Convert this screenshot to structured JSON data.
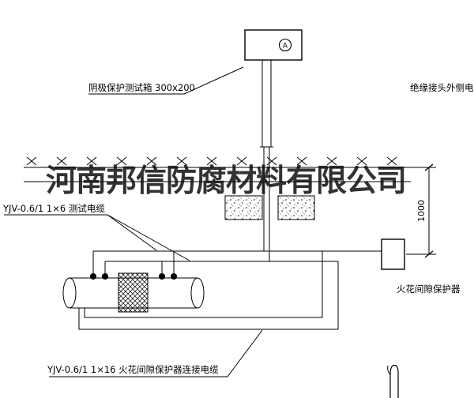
{
  "watermark": {
    "text": "河南邦信防腐材料有限公司"
  },
  "labels": {
    "test_box": "阴极保护测试箱 300x200",
    "insulation_joint_cable": "绝缘接头外侧电缆",
    "test_cable": "YJV-0.6/1  1×6   测试电缆",
    "dimension": "1000",
    "spark_gap_protector": "火花间隙保护器",
    "spark_gap_cable": "YJV-0.6/1  1×16   火花间隙保护器连接电缆"
  },
  "symbols": {
    "ammeter_letter": "A"
  },
  "colors": {
    "line": "#000000",
    "background": "#ffffff",
    "watermark": "#111111"
  }
}
